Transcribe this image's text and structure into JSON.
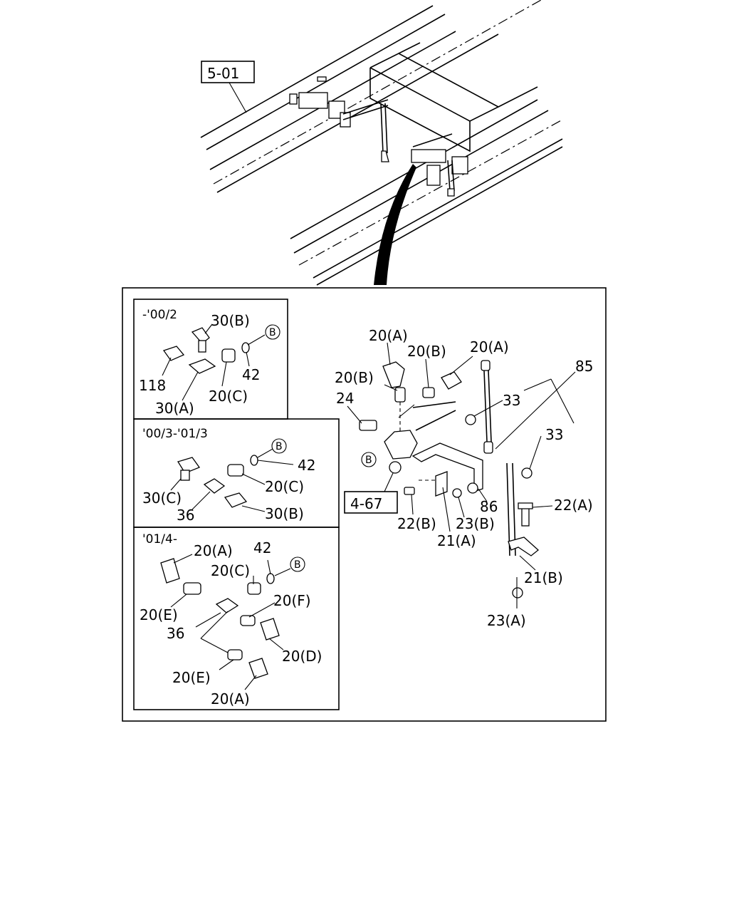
{
  "refs": {
    "top": "5-01",
    "bottom": "4-67"
  },
  "inset_headers": [
    "-'00/2",
    "'00/3-'01/3",
    "'01/4-"
  ],
  "inset_1": [
    "30(B)",
    "B",
    "42",
    "118",
    "20(C)",
    "30(A)"
  ],
  "inset_2": [
    "B",
    "42",
    "30(C)",
    "20(C)",
    "36",
    "30(B)"
  ],
  "inset_3": [
    "20(A)",
    "42",
    "B",
    "20(C)",
    "20(E)",
    "20(F)",
    "36",
    "20(D)",
    "20(E)",
    "20(A)"
  ],
  "main": [
    "20(A)",
    "20(B)",
    "20(A)",
    "20(B)",
    "85",
    "24",
    "33",
    "33",
    "B",
    "86",
    "22(A)",
    "22(B)",
    "23(B)",
    "21(A)",
    "21(B)",
    "23(A)"
  ]
}
